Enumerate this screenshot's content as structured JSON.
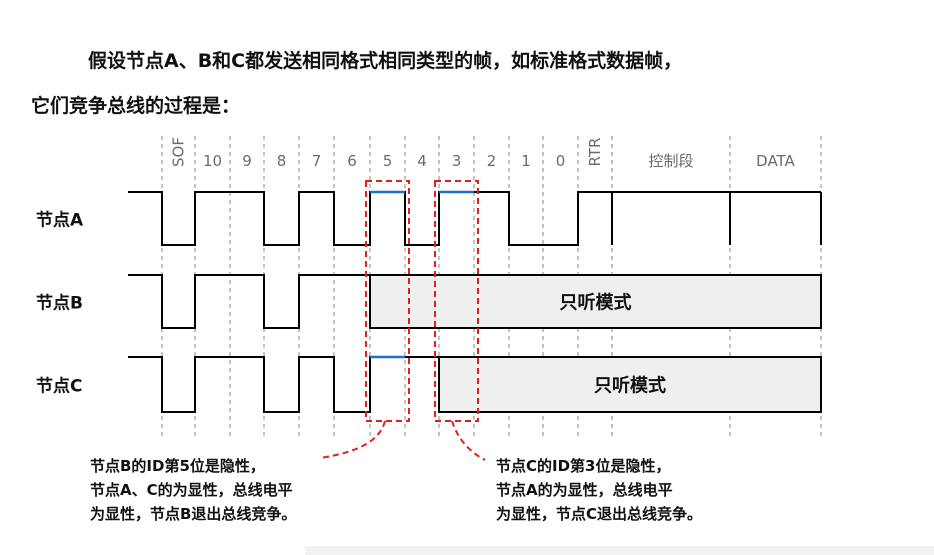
{
  "intro": {
    "line1": "假设节点A、B和C都发送相同格式相同类型的帧，如标准格式数据帧，",
    "line2": "它们竞争总线的过程是："
  },
  "diagram": {
    "bit_labels": [
      "SOF",
      "10",
      "9",
      "8",
      "7",
      "6",
      "5",
      "4",
      "3",
      "2",
      "1",
      "0",
      "RTR",
      "控制段",
      "DATA"
    ],
    "rotated_labels": [
      "SOF",
      "RTR"
    ],
    "rows": [
      {
        "label": "节点A",
        "bits": [
          0,
          1,
          1,
          0,
          1,
          0,
          1,
          0,
          1,
          1,
          0,
          0,
          1,
          1,
          1
        ],
        "listen_from": null,
        "listen_label": ""
      },
      {
        "label": "节点B",
        "bits": [
          0,
          1,
          1,
          0,
          1,
          1
        ],
        "listen_from": 6,
        "listen_label": "只听模式"
      },
      {
        "label": "节点C",
        "bits": [
          0,
          1,
          1,
          0,
          1,
          0,
          1,
          1
        ],
        "listen_from": 8,
        "listen_label": "只听模式"
      }
    ],
    "highlight_bits": [
      6,
      8
    ],
    "colors": {
      "line": "#000000",
      "highlight": "#1f6fd0",
      "box": "#e02020",
      "listen_fill": "#efefef",
      "grid": "#8a8a8a",
      "label": "#6b6b6b"
    }
  },
  "notes": {
    "node_b": [
      "节点B的ID第5位是隐性，",
      "节点A、C的为显性，总线电平",
      "为显性，节点B退出总线竞争。"
    ],
    "node_c": [
      "节点C的ID第3位是隐性，",
      "节点A的为显性，总线电平",
      "为显性，节点C退出总线竞争。"
    ]
  }
}
